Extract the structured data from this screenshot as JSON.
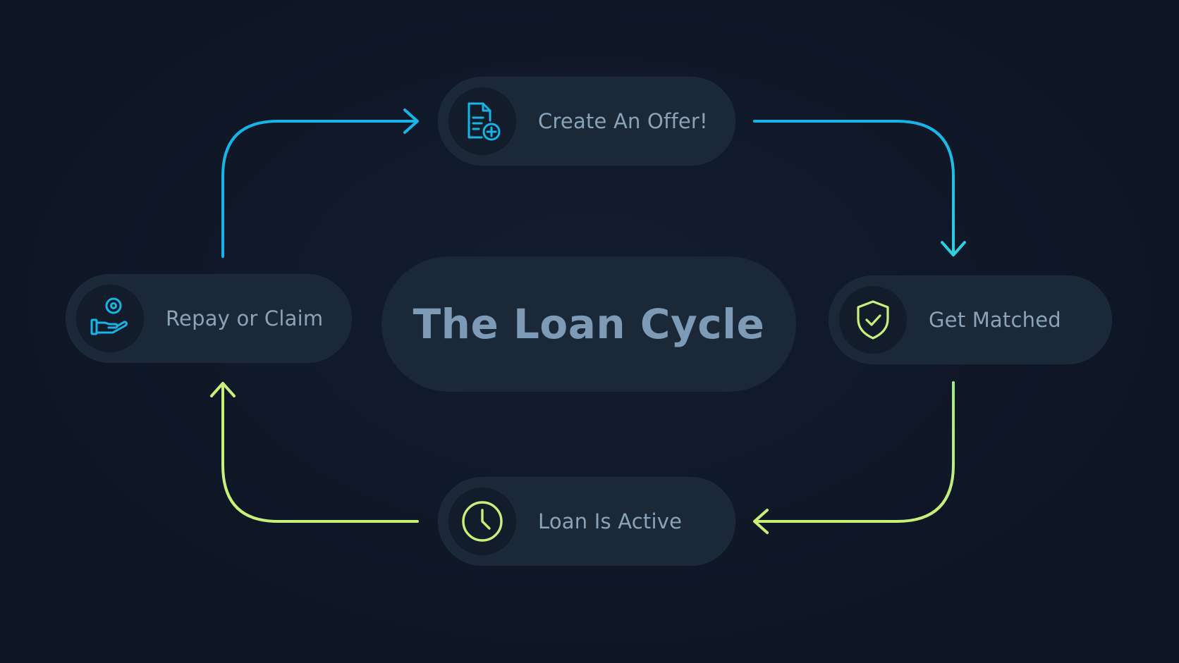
{
  "title": "The Loan Cycle",
  "steps": {
    "create_offer": {
      "label": "Create An Offer!",
      "icon": "document-plus-icon"
    },
    "get_matched": {
      "label": "Get Matched",
      "icon": "shield-check-icon"
    },
    "loan_active": {
      "label": "Loan Is Active",
      "icon": "clock-icon"
    },
    "repay_claim": {
      "label": "Repay or Claim",
      "icon": "hand-coin-icon"
    }
  },
  "colors": {
    "background": "#0f1727",
    "pill": "#1a2838",
    "text": "#8aa3b8",
    "blue_accent": "#18b4e8",
    "green_accent": "#c8f07a"
  }
}
